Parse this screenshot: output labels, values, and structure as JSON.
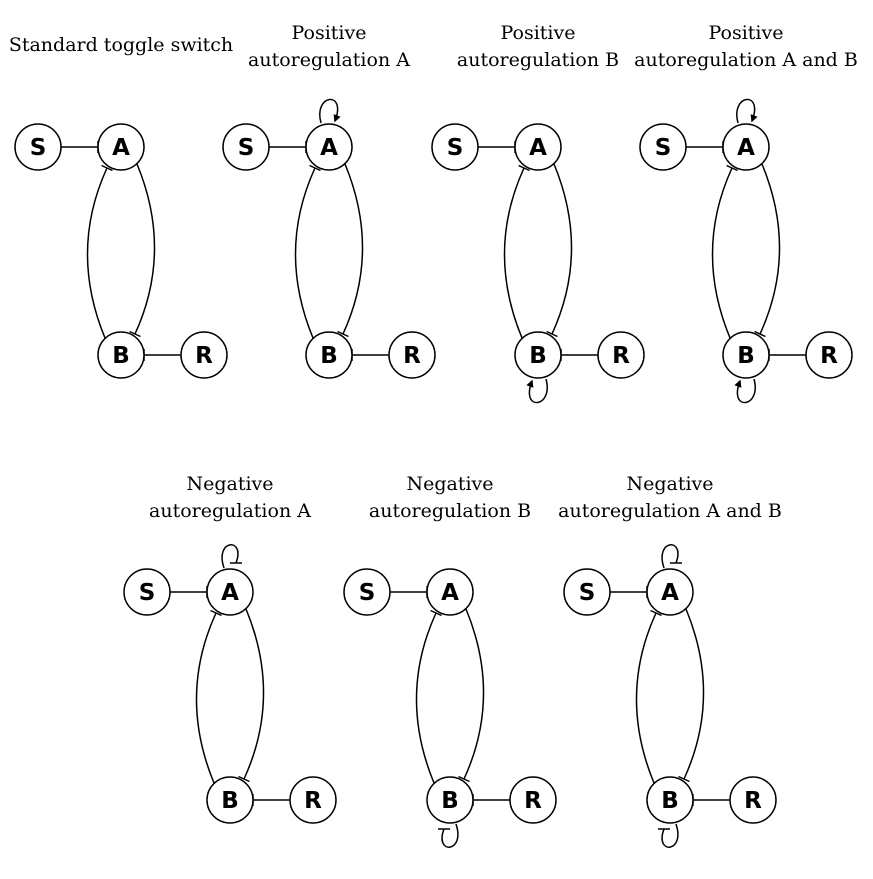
{
  "panels": [
    {
      "title_lines": [
        "Standard toggle switch"
      ],
      "nodes": {
        "S": "S",
        "A": "A",
        "B": "B",
        "R": "R"
      },
      "autoregulation": {
        "A": "none",
        "B": "none"
      }
    },
    {
      "title_lines": [
        "Positive",
        "autoregulation A"
      ],
      "nodes": {
        "S": "S",
        "A": "A",
        "B": "B",
        "R": "R"
      },
      "autoregulation": {
        "A": "positive",
        "B": "none"
      }
    },
    {
      "title_lines": [
        "Positive",
        "autoregulation B"
      ],
      "nodes": {
        "S": "S",
        "A": "A",
        "B": "B",
        "R": "R"
      },
      "autoregulation": {
        "A": "none",
        "B": "positive"
      }
    },
    {
      "title_lines": [
        "Positive",
        "autoregulation A and B"
      ],
      "nodes": {
        "S": "S",
        "A": "A",
        "B": "B",
        "R": "R"
      },
      "autoregulation": {
        "A": "positive",
        "B": "positive"
      }
    },
    {
      "title_lines": [
        "Negative",
        "autoregulation A"
      ],
      "nodes": {
        "S": "S",
        "A": "A",
        "B": "B",
        "R": "R"
      },
      "autoregulation": {
        "A": "negative",
        "B": "none"
      }
    },
    {
      "title_lines": [
        "Negative",
        "autoregulation B"
      ],
      "nodes": {
        "S": "S",
        "A": "A",
        "B": "B",
        "R": "R"
      },
      "autoregulation": {
        "A": "none",
        "B": "negative"
      }
    },
    {
      "title_lines": [
        "Negative",
        "autoregulation A and B"
      ],
      "nodes": {
        "S": "S",
        "A": "A",
        "B": "B",
        "R": "R"
      },
      "autoregulation": {
        "A": "negative",
        "B": "negative"
      }
    }
  ],
  "colors": {
    "stroke": "#000000",
    "background": "#ffffff"
  }
}
